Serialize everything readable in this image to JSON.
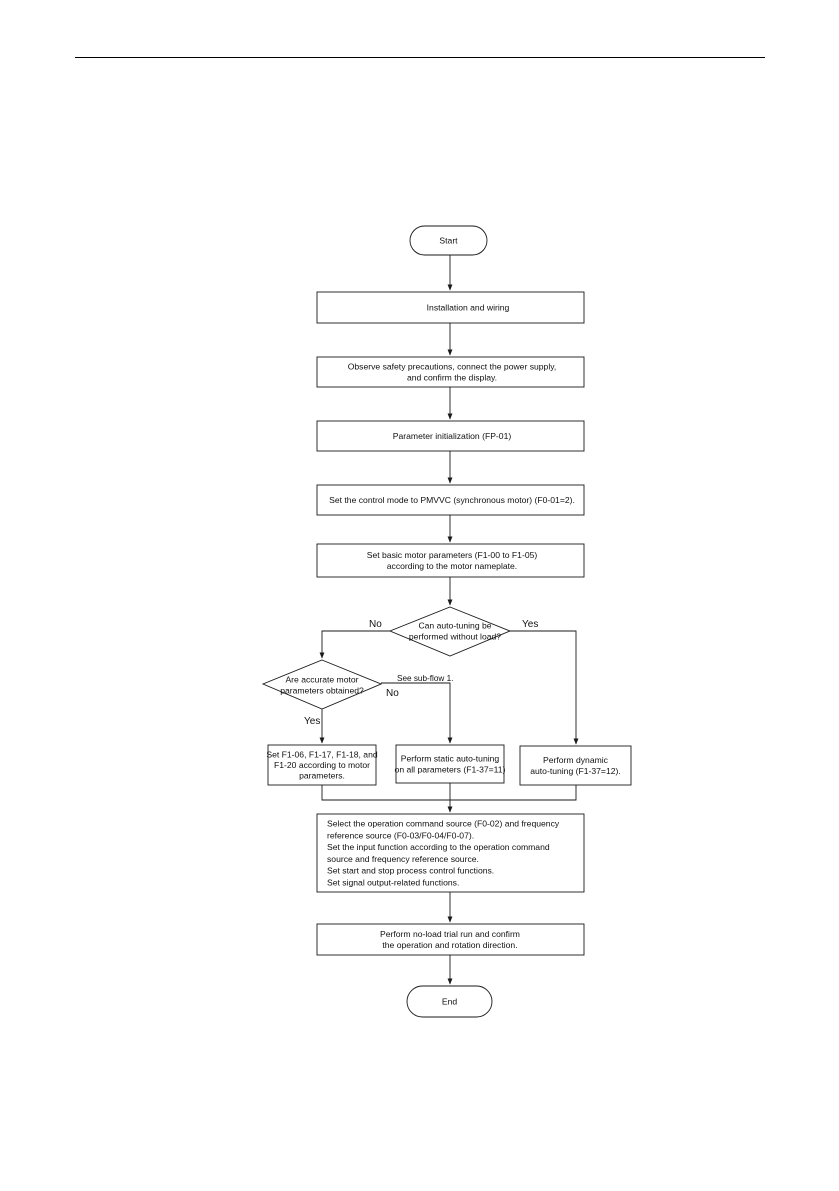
{
  "nodes": {
    "start": [
      "Start"
    ],
    "install": [
      "Installation and wiring"
    ],
    "safety": [
      "Observe safety precautions, connect the power supply,",
      "and confirm the display."
    ],
    "param_init": [
      "Parameter initialization (FP-01)"
    ],
    "control_mode": [
      "Set the control mode to PMVVC (synchronous motor) (F0-01=2)."
    ],
    "basic_params": [
      "Set basic motor parameters (F1-00 to F1-05)",
      "according to the motor nameplate."
    ],
    "auto_decision": [
      "Can auto-tuning be",
      "performed without load?"
    ],
    "accurate_decision": [
      "Are accurate motor",
      "parameters obtained?"
    ],
    "set_f1": [
      "Set F1-06, F1-17, F1-18, and",
      "F1-20 according to motor",
      "parameters."
    ],
    "static_tuning": [
      "Perform static auto-tuning",
      "on all parameters (F1-37=11)"
    ],
    "dynamic_tuning": [
      "Perform dynamic",
      "auto-tuning (F1-37=12)."
    ],
    "select_source": [
      "Select the operation command source (F0-02) and frequency",
      "reference source (F0-03/F0-04/F0-07).",
      "Set the input function according to the operation command",
      "source and frequency reference source.",
      "Set start and stop process control functions.",
      "Set signal output-related functions."
    ],
    "trial_run": [
      "Perform no-load trial run and confirm",
      "the operation and rotation direction."
    ],
    "end": [
      "End"
    ]
  },
  "labels": {
    "no_1": "No",
    "yes_1": "Yes",
    "no_2": "No",
    "yes_2": "Yes",
    "sub_flow": "See sub-flow 1."
  }
}
